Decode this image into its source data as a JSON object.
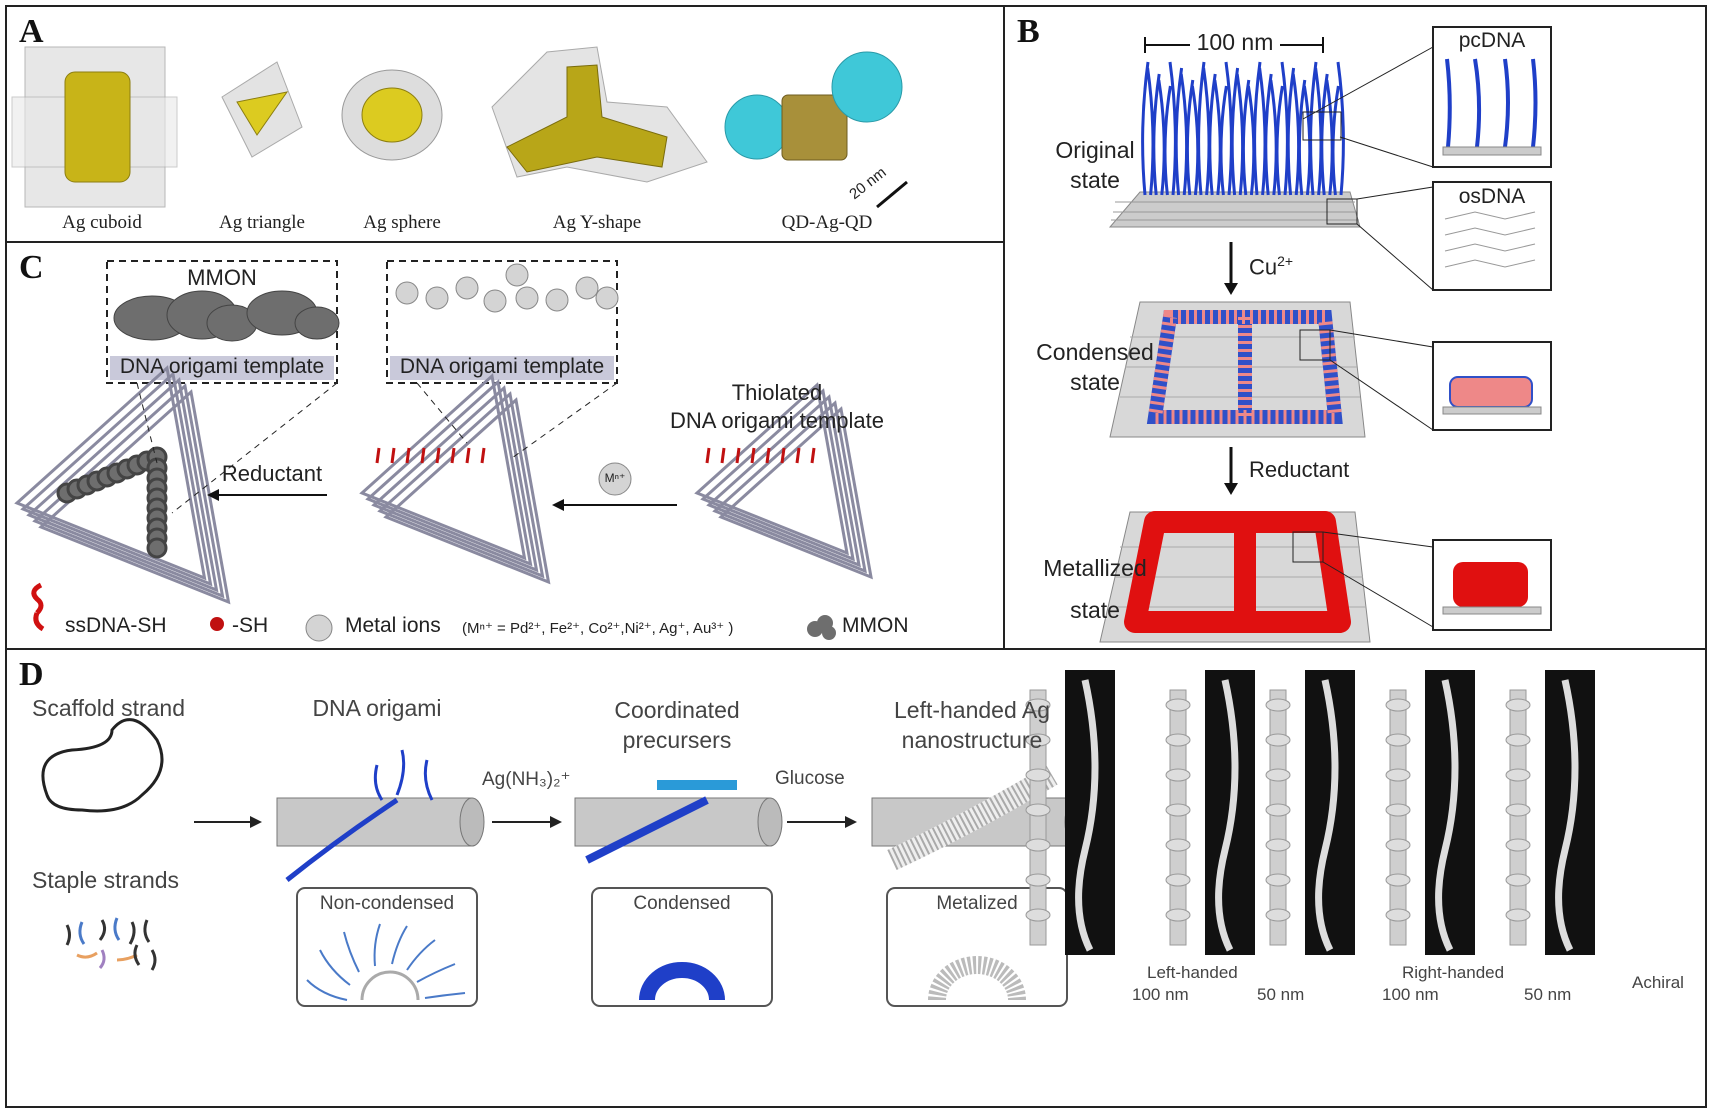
{
  "panel_a": {
    "label": "A",
    "items": [
      "Ag cuboid",
      "Ag triangle",
      "Ag sphere",
      "Ag Y-shape",
      "QD-Ag-QD"
    ],
    "scale": "20 nm"
  },
  "panel_b": {
    "label": "B",
    "scale": "100 nm",
    "states": [
      "Original\nstate",
      "Condensed\nstate",
      "Metallized\nstate"
    ],
    "inset1": "pcDNA",
    "inset2": "osDNA",
    "arrow1": "Cu",
    "arrow1_sup": "2+",
    "arrow2": "Reductant"
  },
  "panel_c": {
    "label": "C",
    "box1_title": "MMON",
    "box_template": "DNA origami template",
    "thiolated": "Thiolated\nDNA origami template",
    "reductant": "Reductant",
    "ion": "Mⁿ⁺",
    "legend": {
      "ssdna": "ssDNA-SH",
      "sh": "-SH",
      "metal": "Metal ions",
      "metal_detail": "(Mⁿ⁺ = Pd²⁺, Fe²⁺, Co²⁺,Ni²⁺, Ag⁺, Au³⁺ )",
      "mmon": "MMON"
    }
  },
  "panel_d": {
    "label": "D",
    "scaffold": "Scaffold strand",
    "staple": "Staple strands",
    "origami": "DNA origami",
    "coord": "Coordinated\nprecursers",
    "lefthanded": "Left-handed Ag\nnanostructure",
    "ag_reagent": "Ag(NH₃)₂⁺",
    "glucose": "Glucose",
    "noncondensed": "Non-condensed",
    "condensed": "Condensed",
    "metalized": "Metalized",
    "group_left": "Left-handed",
    "group_right": "Right-handed",
    "achiral": "Achiral",
    "scales": [
      "100 nm",
      "50 nm",
      "100 nm",
      "50 nm"
    ]
  },
  "colors": {
    "gold": "#d4c020",
    "blue": "#1f3fc8",
    "red": "#e01010",
    "cyan": "#3fc8d8",
    "gray": "#9a9a9a"
  }
}
